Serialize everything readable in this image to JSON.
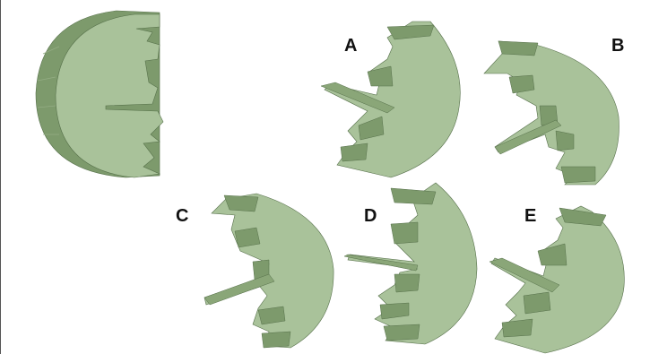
{
  "puzzle": {
    "options": [
      {
        "id": "A",
        "label": "A"
      },
      {
        "id": "B",
        "label": "B"
      },
      {
        "id": "C",
        "label": "C"
      },
      {
        "id": "D",
        "label": "D"
      },
      {
        "id": "E",
        "label": "E"
      }
    ]
  },
  "colors": {
    "face": "#a9c29a",
    "side": "#8aa678",
    "dark": "#6d8a5c",
    "edge": "#56704a"
  }
}
